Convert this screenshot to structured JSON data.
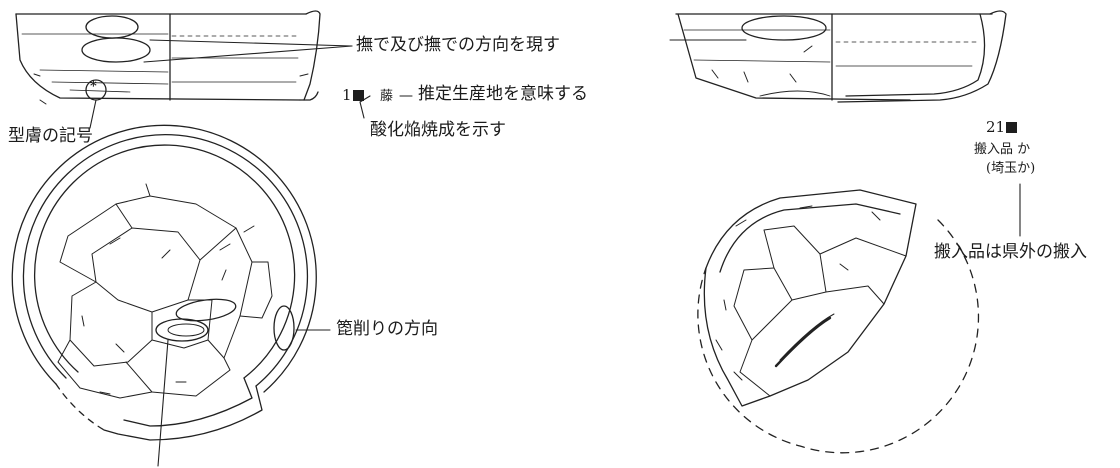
{
  "left_figure": {
    "label_stroke_direction": "撫で及び撫での方向を現す",
    "label_production_place": "推定生産地を意味する",
    "label_oxidation_firing": "酸化焔焼成を示す",
    "label_mold_mark": "型膚の記号",
    "label_shaving_direction": "箆削りの方向",
    "item_number": "1",
    "place_mark": "藤"
  },
  "right_figure": {
    "item_number": "21",
    "import_question": "搬入品 か",
    "origin_guess": "(埼玉か)",
    "label_import_note": "搬入品は県外の搬入"
  },
  "symbols": {
    "mold_mark_glyph": "*",
    "square_marker_color": "#1e1e1e"
  }
}
